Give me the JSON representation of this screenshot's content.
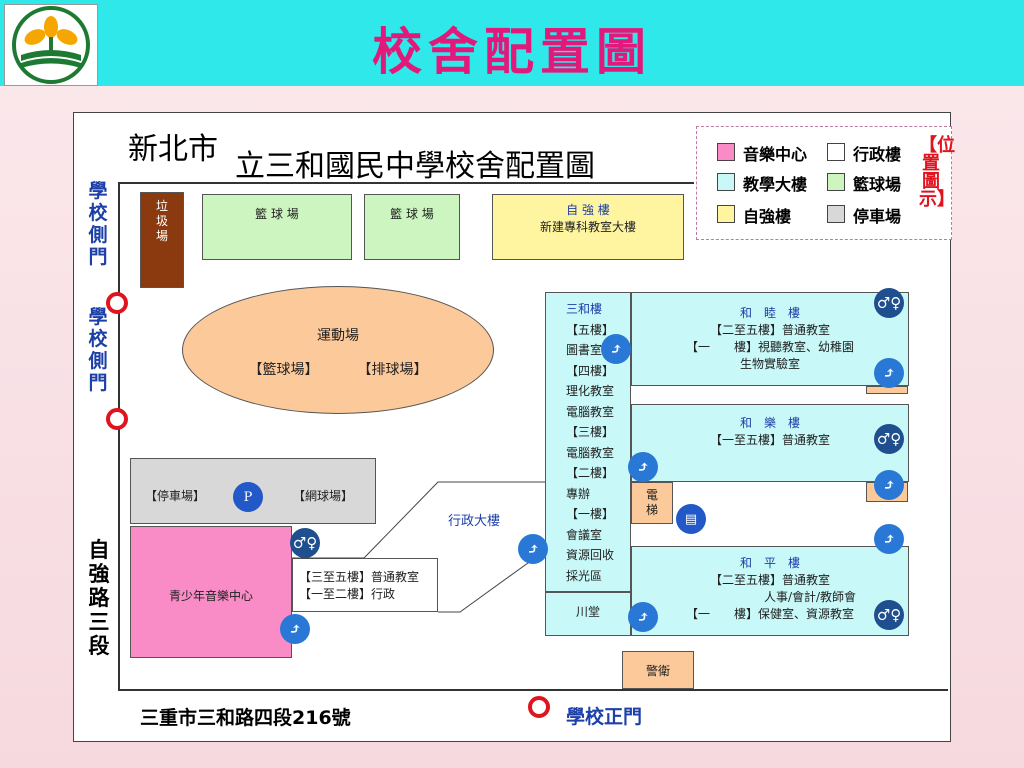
{
  "title": "校舍配置圖",
  "map_title_overlay": "新北市",
  "map_title_main": "立三和國民中學校舍配置圖",
  "legend": {
    "items": [
      {
        "label": "音樂中心",
        "color": "#f98bc7"
      },
      {
        "label": "行政樓",
        "color": "#ffffff"
      },
      {
        "label": "教學大樓",
        "color": "#c8f8f8"
      },
      {
        "label": "籃球場",
        "color": "#ccf5c0"
      },
      {
        "label": "自強樓",
        "color": "#fff5a0"
      },
      {
        "label": "停車場",
        "color": "#d8d8d8"
      }
    ],
    "tag": "【位置圖示】"
  },
  "gates": {
    "side1": "學校側門",
    "side2": "學校側門",
    "road": "自強路三段",
    "main": "學校正門",
    "address": "三重市三和路四段216號"
  },
  "garbage": "垃圾場",
  "court1": "籃 球 場",
  "court2": "籃 球 場",
  "ziqiang": {
    "title": "自 強 樓",
    "sub": "新建專科教室大樓"
  },
  "field": {
    "title": "運動場",
    "court_a": "【籃球場】",
    "court_b": "【排球場】"
  },
  "parking": {
    "left": "【停車場】",
    "p": "P",
    "right": "【網球場】"
  },
  "music": "青少年音樂中心",
  "admin": {
    "label": "行政大樓",
    "line1": "【三至五樓】普通教室",
    "line2": "【一至二樓】行政"
  },
  "sanhe": {
    "title": "三和樓",
    "lines": [
      "【五樓】",
      "圖書室",
      "【四樓】",
      "理化教室",
      "電腦教室",
      "【三樓】",
      "電腦教室",
      "【二樓】",
      "專辦",
      "【一樓】",
      "會議室",
      "資源回收",
      "採光區"
    ]
  },
  "chuantang": "川堂",
  "elevator": "電梯",
  "guard": "警衛",
  "hemu": {
    "title": "和　睦　樓",
    "line1": "【二至五樓】普通教室",
    "line2": "【一　　樓】視聽教室、幼稚園",
    "line3": "生物實驗室"
  },
  "hele": {
    "title": "和　樂　樓",
    "line1": "【一至五樓】普通教室"
  },
  "heping": {
    "title": "和　平　樓",
    "line1": "【二至五樓】普通教室",
    "line2": "人事/會計/教師會",
    "line3": "【一　　樓】保健室、資源教室"
  }
}
